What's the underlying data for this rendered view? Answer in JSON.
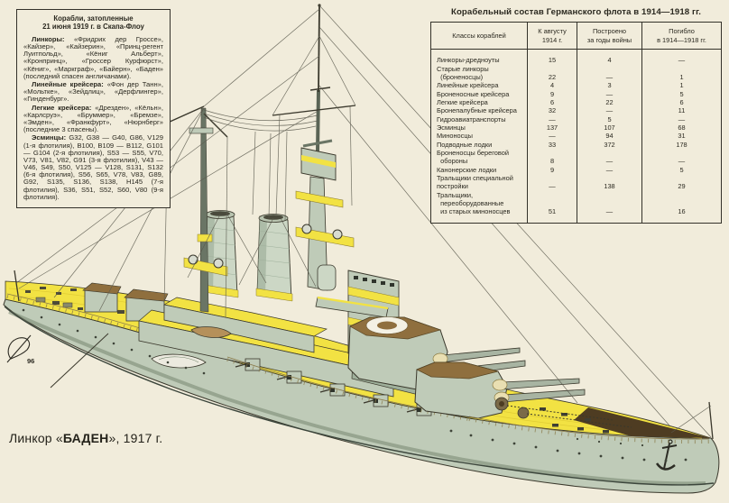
{
  "colors": {
    "bg": "#f1ecdb",
    "ink": "#2b2920",
    "hull": "#bfcbb8",
    "hull_mid": "#9fb09b",
    "hull_dark": "#76876f",
    "funnel": "#ccd7c5",
    "deck_yellow": "#f2e243",
    "deck_shade": "#e0cc35",
    "roof_brown": "#8f6f3e",
    "dark_brown": "#4e3c22",
    "line": "#3a382c",
    "rig": "#5b5a4e",
    "white": "#f4f1e4",
    "rail": "#8a7a4a",
    "gun": "#a8b4a2"
  },
  "info_box": {
    "title_line1": "Корабли, затопленные",
    "title_line2": "21 июня 1919 г. в Скапа-Флоу",
    "paragraphs": [
      {
        "lead": "Линкоры:",
        "text": "«Фридрих дер Гроссе», «Кайзер», «Кайзерин», «Принц-регент Луитпольд», «Кёниг Альберт», «Кронпринц», «Гроссер Курфюрст», «Кёниг», «Маркграф», «Байерн», «Баден» (последний спасен англичанами)."
      },
      {
        "lead": "Линейные крейсера:",
        "text": "«Фон дер Танн», «Мольтке», «Зейдлиц», «Дерфлингер», «Гинденбург»."
      },
      {
        "lead": "Легкие крейсера:",
        "text": "«Дрезден», «Кёльн», «Карлсруэ», «Бруммер», «Бремзе», «Эмден», «Франкфурт», «Нюрнберг» (последние 3 спасены)."
      },
      {
        "lead": "Эсминцы:",
        "text": "G32, G38 — G40, G86, V129 (1-я флотилия), B100, B109 — B112, G101 — G104 (2-я флотилия), S53 — S55, V70, V73, V81, V82, G91 (3-я флотилия), V43 — V46, S49, S50, V125 — V128, S131, S132 (6-я флотилия), S56, S65, V78, V83, G89, G92, S135, S136, S138, H145 (7-я флотилия), S36, S51, S52, S60, V80 (9-я флотилия)."
      }
    ]
  },
  "table": {
    "title": "Корабельный состав Германского флота в 1914—1918 гг.",
    "headers": [
      "Классы кораблей",
      "К августу\n1914 г.",
      "Построено\nза годы войны",
      "Погибло\nв 1914—1918 гг."
    ],
    "rows": [
      [
        "Линкоры-дредноуты",
        "15",
        "4",
        "—"
      ],
      [
        "Старые линкоры\n  (броненосцы)",
        "22",
        "—",
        "1"
      ],
      [
        "Линейные крейсера",
        "4",
        "3",
        "1"
      ],
      [
        "Броненосные крейсера",
        "9",
        "—",
        "5"
      ],
      [
        "Легкие крейсера",
        "6",
        "22",
        "6"
      ],
      [
        "Бронепалубные крейсера",
        "32",
        "—",
        "11"
      ],
      [
        "Гидроавиатранспорты",
        "—",
        "5",
        "—"
      ],
      [
        "Эсминцы",
        "137",
        "107",
        "68"
      ],
      [
        "Миноносцы",
        "—",
        "94",
        "31"
      ],
      [
        "Подводные лодки",
        "33",
        "372",
        "178"
      ],
      [
        "Броненосцы береговой\n  обороны",
        "8",
        "—",
        "—"
      ],
      [
        "Канонерские лодки",
        "9",
        "—",
        "5"
      ],
      [
        "Тральщики специальной\nпостройки",
        "—",
        "138",
        "29"
      ],
      [
        "Тральщики,\n  переоборудованные\n  из старых миноносцев",
        "51",
        "—",
        "16"
      ]
    ]
  },
  "caption": {
    "prefix": "Линкор «",
    "ship": "БАДЕН",
    "suffix": "», 1917 г."
  },
  "signature": "96"
}
